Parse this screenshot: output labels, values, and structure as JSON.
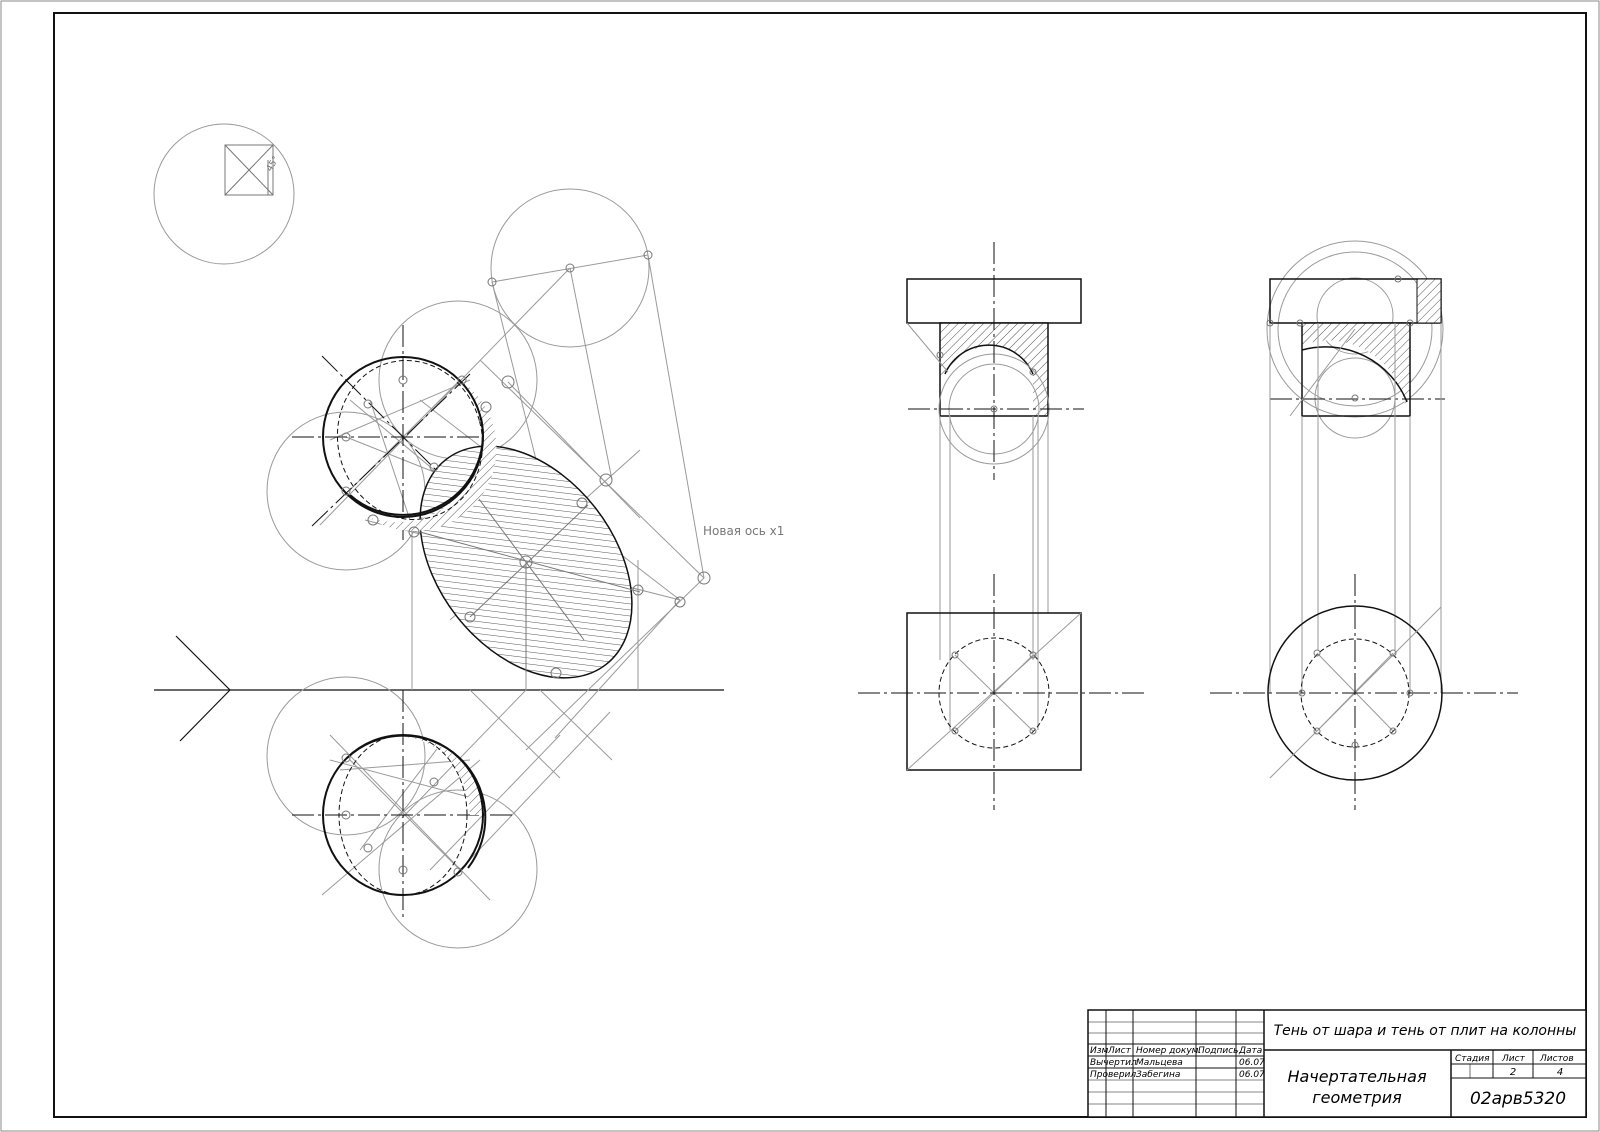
{
  "annotation": {
    "new_axis": "Новая ось x1",
    "angle_label": "45°"
  },
  "stamp": {
    "title": "Тень от шара и тень от плит на колонны",
    "subject": [
      "Начертательная",
      "геометрия"
    ],
    "code": "02арв5320",
    "headers": {
      "izm": "Изм",
      "list": "Лист",
      "doc": "Номер докум.",
      "sign": "Подпись",
      "date": "Дата"
    },
    "rows": [
      {
        "role": "Вычертил",
        "name": "Мальцева",
        "date": "06.07"
      },
      {
        "role": "Проверил",
        "name": "Забегина",
        "date": "06.07"
      }
    ],
    "stage_label": "Стадия",
    "sheet_label": "Лист",
    "sheets_label": "Листов",
    "sheet_value": "2",
    "sheets_value": "4"
  }
}
